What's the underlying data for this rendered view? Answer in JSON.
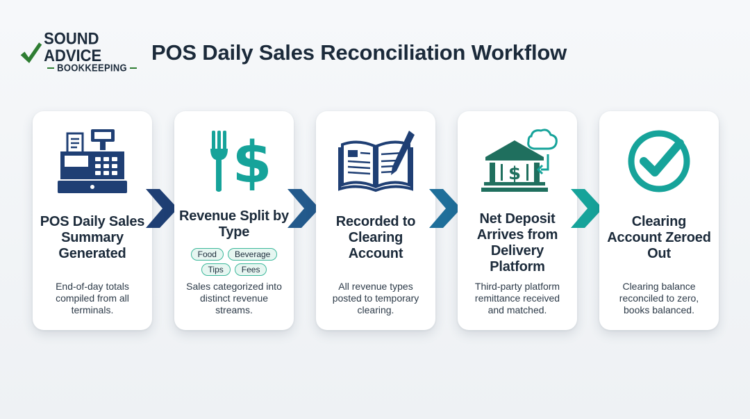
{
  "header": {
    "logo_line1": "SOUND ADVICE",
    "logo_line2": "BOOKKEEPING",
    "title": "POS Daily Sales Reconciliation Workflow"
  },
  "colors": {
    "navy": "#1f3f74",
    "teal": "#16a39a",
    "green": "#2e7d32",
    "tag_border": "#3cb89b"
  },
  "steps": [
    {
      "icon": "cash-register-icon",
      "title": "POS Daily Sales Summary Generated",
      "description": "End-of-day totals compiled from all terminals."
    },
    {
      "icon": "fork-dollar-icon",
      "title": "Revenue Split by Type",
      "tags": [
        "Food",
        "Beverage",
        "Tips",
        "Fees"
      ],
      "description": "Sales categorized into distinct revenue streams."
    },
    {
      "icon": "open-ledger-pen-icon",
      "title": "Recorded to Clearing Account",
      "description": "All revenue types posted to temporary clearing."
    },
    {
      "icon": "bank-cloud-icon",
      "title": "Net Deposit Arrives from Delivery Platform",
      "description": "Third-party platform remittance received and matched."
    },
    {
      "icon": "checkmark-circle-icon",
      "title": "Clearing Account Zeroed Out",
      "description": "Clearing balance reconciled to zero, books balanced."
    }
  ]
}
